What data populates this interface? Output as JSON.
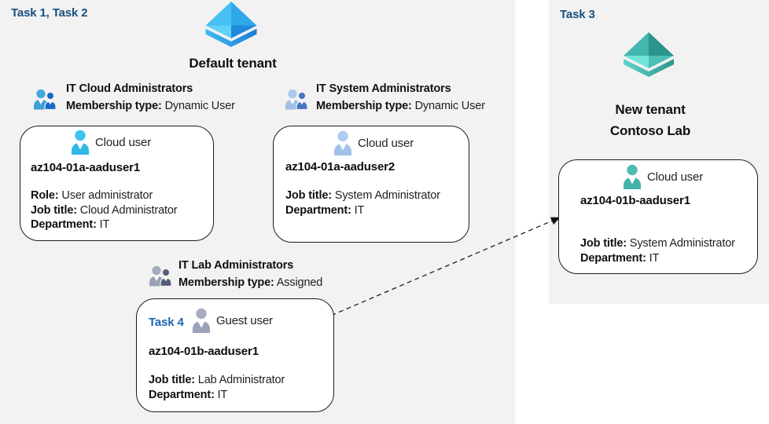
{
  "colors": {
    "panel_bg": "#f2f2f2",
    "card_bg": "#ffffff",
    "card_border": "#1c1c1c",
    "task_label_dark_blue": "#17507e",
    "task4_label_blue": "#1b66b2",
    "tenant_icon_blue": "#2fa7eb",
    "tenant_icon_teal": "#44b7ae"
  },
  "left_panel": {
    "task_label": "Task 1, Task 2",
    "tenant_icon": "azure-tenant-blue-icon",
    "tenant_name": "Default tenant",
    "groups": [
      {
        "icon": "user-group-blue-icon",
        "title": "IT Cloud Administrators",
        "membership_label": "Membership type:",
        "membership_value": " Dynamic User"
      },
      {
        "icon": "user-group-lightblue-icon",
        "title": "IT System Administrators",
        "membership_label": "Membership type:",
        "membership_value": " Dynamic User"
      },
      {
        "icon": "user-group-gray-icon",
        "title": "IT Lab Administrators",
        "membership_label": "Membership type:",
        "membership_value": " Assigned"
      }
    ],
    "cards": [
      {
        "icon": "cloud-user-blue-icon",
        "user_type": "Cloud user",
        "username": "az104-01a-aaduser1",
        "details": [
          {
            "label": "Role:",
            "value": " User administrator"
          },
          {
            "label": "Job title:",
            "value": " Cloud Administrator"
          },
          {
            "label": "Department:",
            "value": " IT"
          }
        ]
      },
      {
        "icon": "cloud-user-lightblue-icon",
        "user_type": "Cloud user",
        "username": "az104-01a-aaduser2",
        "details": [
          {
            "label": "Job title:",
            "value": " System Administrator"
          },
          {
            "label": "Department:",
            "value": " IT"
          }
        ]
      },
      {
        "task_label": "Task 4",
        "icon": "guest-user-gray-icon",
        "user_type": "Guest user",
        "username": "az104-01b-aaduser1",
        "details": [
          {
            "label": "Job title:",
            "value": " Lab Administrator"
          },
          {
            "label": "Department:",
            "value": " IT"
          }
        ]
      }
    ]
  },
  "right_panel": {
    "task_label": "Task 3",
    "tenant_icon": "azure-tenant-teal-icon",
    "tenant_name_line1": "New tenant",
    "tenant_name_line2": "Contoso Lab",
    "card": {
      "icon": "cloud-user-teal-icon",
      "user_type": "Cloud user",
      "username": "az104-01b-aaduser1",
      "details": [
        {
          "label": "Job title:",
          "value": " System Administrator"
        },
        {
          "label": "Department:",
          "value": " IT"
        }
      ]
    }
  },
  "connector": {
    "style": "dashed-arrow",
    "from": "guest-user-card",
    "to": "new-tenant-cloud-user-card"
  }
}
